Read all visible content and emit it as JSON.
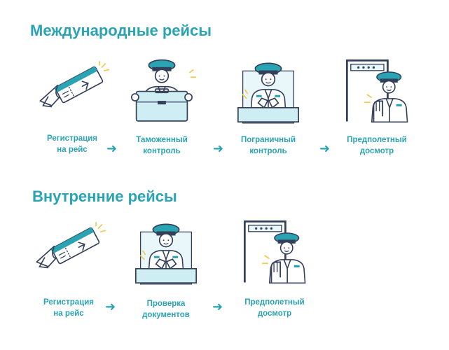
{
  "sections": [
    {
      "title": "Международные рейсы",
      "steps": [
        {
          "label": "Регистрация\nна рейс",
          "icon": "boarding-pass-icon"
        },
        {
          "label": "Таможенный\nконтроль",
          "icon": "customs-officer-icon"
        },
        {
          "label": "Пограничный\nконтроль",
          "icon": "border-officer-icon"
        },
        {
          "label": "Предполетный\nдосмотр",
          "icon": "security-officer-icon"
        }
      ]
    },
    {
      "title": "Внутренние рейсы",
      "steps": [
        {
          "label": "Регистрация\nна рейс",
          "icon": "boarding-pass-icon"
        },
        {
          "label": "Проверка\nдокументов",
          "icon": "document-check-officer-icon"
        },
        {
          "label": "Предполетный\nдосмотр",
          "icon": "security-officer-icon"
        }
      ]
    }
  ],
  "arrow_glyph": "➜",
  "colors": {
    "accent": "#2aa3b3",
    "ink": "#34405a",
    "light": "#cfeef3",
    "yellow": "#f2c94c"
  }
}
